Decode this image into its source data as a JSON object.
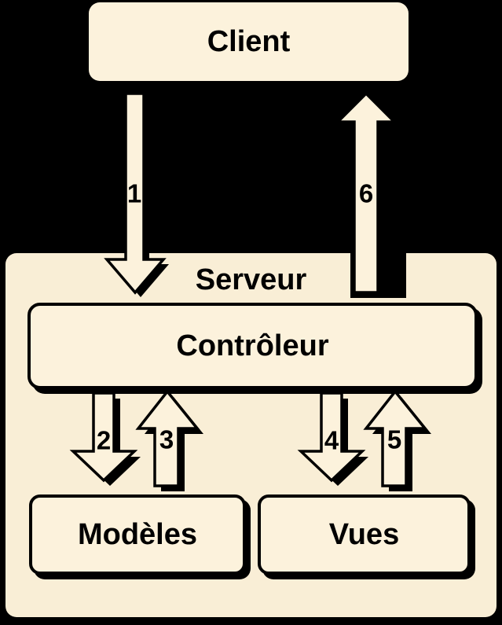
{
  "colors": {
    "background": "#000000",
    "box_fill": "#FCF2DC",
    "server_fill": "#F9EED6",
    "ink": "#000000"
  },
  "nodes": {
    "client": "Client",
    "server": "Serveur",
    "controller": "Contrôleur",
    "models": "Modèles",
    "views": "Vues"
  },
  "arrows": [
    {
      "label": "1",
      "direction": "down",
      "from": "Client",
      "to": "Contrôleur"
    },
    {
      "label": "2",
      "direction": "down",
      "from": "Contrôleur",
      "to": "Modèles"
    },
    {
      "label": "3",
      "direction": "up",
      "from": "Modèles",
      "to": "Contrôleur"
    },
    {
      "label": "4",
      "direction": "down",
      "from": "Contrôleur",
      "to": "Vues"
    },
    {
      "label": "5",
      "direction": "up",
      "from": "Vues",
      "to": "Contrôleur"
    },
    {
      "label": "6",
      "direction": "up",
      "from": "Contrôleur",
      "to": "Client"
    }
  ]
}
